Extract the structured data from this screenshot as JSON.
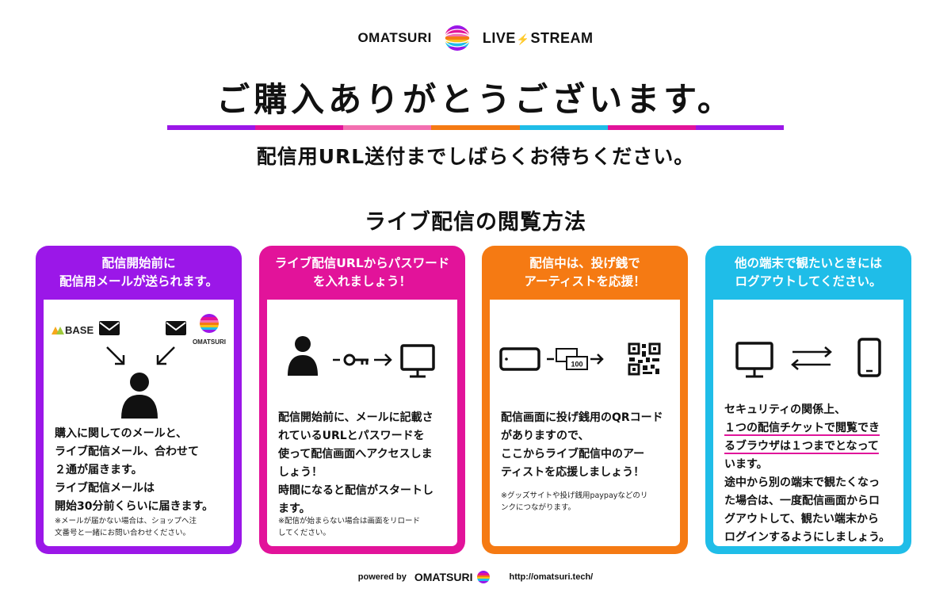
{
  "header": {
    "brand": "OMATSURI",
    "live_a": "LIVE",
    "live_bolt": "⚡",
    "live_b": "STREAM"
  },
  "main_title": "ご購入ありがとうございます。",
  "stripe_colors": [
    "#9b17e8",
    "#e2139a",
    "#f36fb0",
    "#f57a13",
    "#1fbde8",
    "#e2139a",
    "#9b17e8"
  ],
  "subtitle": "配信用URL送付までしばらくお待ちください。",
  "section_title": "ライブ配信の閲覧方法",
  "cards": [
    {
      "color": "#9b17e8",
      "head": "配信開始前に\n配信用メールが送られます。",
      "icons": [
        "base-logo",
        "mail-icon",
        "mail-icon",
        "omatsuri-logo",
        "arrow-down-right-icon",
        "arrow-down-left-icon",
        "user-icon"
      ],
      "base_label": "BASE",
      "omatsuri_label": "OMATSURI",
      "text": "購入に関してのメールと、\nライブ配信メール、合わせて\n２通が届きます。\nライブ配信メールは\n開始30分前くらいに届きます。",
      "note": "※メールが届かない場合は、ショップへ注\n文番号と一緒にお問い合わせください。"
    },
    {
      "color": "#e2139a",
      "head": "ライブ配信URLからパスワード\nを入れましょう！",
      "icons": [
        "user-icon",
        "key-icon",
        "arrow-right-icon",
        "monitor-icon"
      ],
      "text": "配信開始前に、メールに記載さ\nれているURLとパスワードを\n使って配信画面へアクセスしま\nしょう！\n時間になると配信がスタートし\nます。",
      "note": "※配信が始まらない場合は画面をリロード\nしてください。"
    },
    {
      "color": "#f57a13",
      "head": "配信中は、投げ銭で\nアーティストを応援！",
      "icons": [
        "smartphone-landscape-icon",
        "money-icon",
        "arrow-right-icon",
        "qr-code-icon"
      ],
      "money_label": "100",
      "text": "配信画面に投げ銭用のQRコード\nがありますので、\nここからライブ配信中のアー\nティストを応援しましょう！",
      "note": "※グッズサイトや投げ銭用paypayなどのリ\nンクにつながります。"
    },
    {
      "color": "#1fbde8",
      "head": "他の端末で観たいときには\nログアウトしてください。",
      "icons": [
        "monitor-icon",
        "swap-arrows-icon",
        "smartphone-icon"
      ],
      "text_a": "セキュリティの関係上、",
      "text_hl_1": "１つの配信チケットで閲覧でき",
      "text_hl_2": "るブラウザは１つまでとなって",
      "text_b": "います。\n途中から別の端末で観たくなっ\nた場合は、一度配信画面からロ\nグアウトして、観たい端末から\nログインするようにしましょう。"
    }
  ],
  "footer": {
    "powered_by": "powered by",
    "brand": "OMATSURI",
    "url": "http://omatsuri.tech/"
  }
}
